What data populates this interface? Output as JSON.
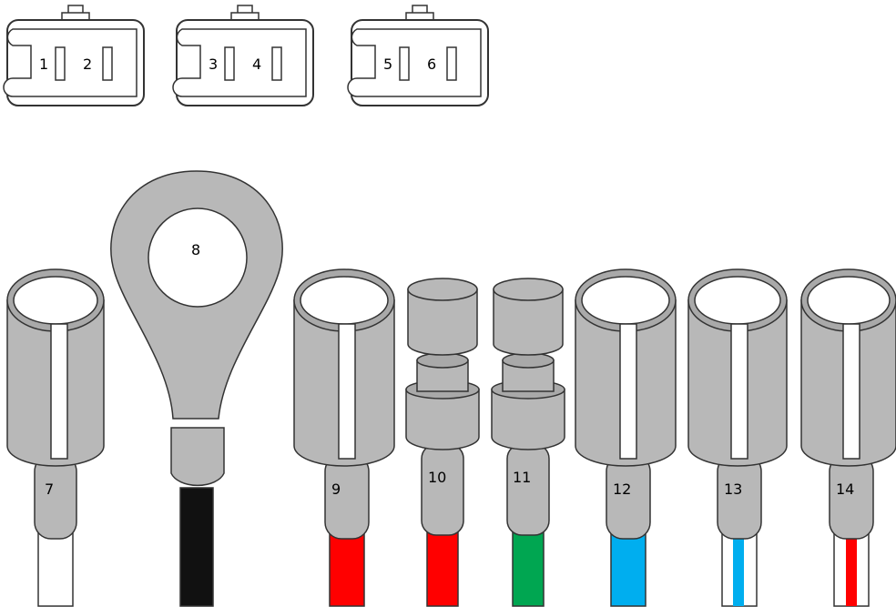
{
  "colors": {
    "housing_fill": "#dcdcdc",
    "body_fill": "#b8b8b8",
    "body_dark": "#a9a9a9",
    "outline": "#333333",
    "stripe": "#ffffff"
  },
  "connectors": [
    {
      "id": "housing-1",
      "pins": [
        "1",
        "2"
      ]
    },
    {
      "id": "housing-2",
      "pins": [
        "3",
        "4"
      ]
    },
    {
      "id": "housing-3",
      "pins": [
        "5",
        "6"
      ]
    }
  ],
  "terminals": [
    {
      "id": "7",
      "label": "7",
      "kind": "socket",
      "wire_color": "#ffffff",
      "wire_stripe": ""
    },
    {
      "id": "8",
      "label": "8",
      "kind": "ring",
      "wire_color": "#111111",
      "wire_stripe": ""
    },
    {
      "id": "9",
      "label": "9",
      "kind": "socket",
      "wire_color": "#ff0000",
      "wire_stripe": ""
    },
    {
      "id": "10",
      "label": "10",
      "kind": "bullet",
      "wire_color": "#ff0000",
      "wire_stripe": ""
    },
    {
      "id": "11",
      "label": "11",
      "kind": "bullet",
      "wire_color": "#00a651",
      "wire_stripe": ""
    },
    {
      "id": "12",
      "label": "12",
      "kind": "socket",
      "wire_color": "#00aeef",
      "wire_stripe": ""
    },
    {
      "id": "13",
      "label": "13",
      "kind": "socket",
      "wire_color": "#ffffff",
      "wire_stripe": "#00aeef"
    },
    {
      "id": "14",
      "label": "14",
      "kind": "socket",
      "wire_color": "#ffffff",
      "wire_stripe": "#ff0000"
    }
  ]
}
